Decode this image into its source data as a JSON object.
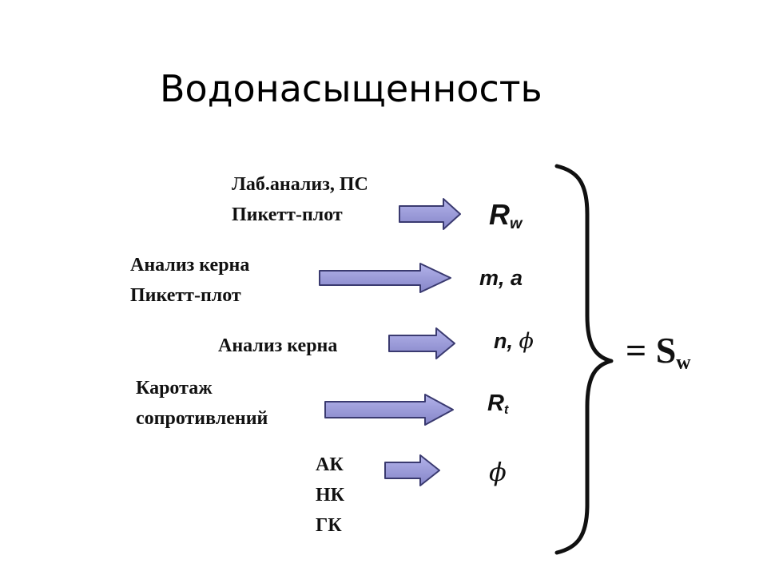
{
  "title": "Водонасыщенность",
  "rows": [
    {
      "source": [
        "Лаб.анализ, ПС",
        "Пикетт-плот"
      ],
      "param": "R",
      "param_sub": "w"
    },
    {
      "source": [
        "Анализ керна",
        "Пикетт-плот"
      ],
      "param": "m, a"
    },
    {
      "source": [
        "Анализ керна"
      ],
      "param": "n,",
      "param_symbol": "ϕ"
    },
    {
      "source": [
        "Каротаж",
        "сопротивлений"
      ],
      "param": "R",
      "param_sub": "t"
    },
    {
      "source": [
        "АК",
        "НК",
        "ГК"
      ],
      "param_symbol": "ϕ"
    }
  ],
  "result": {
    "prefix": "= S",
    "sub": "w"
  },
  "colors": {
    "arrow_fill": "#9b9bd8",
    "arrow_stroke": "#3a3a70",
    "text": "#111111",
    "brace": "#111111"
  },
  "icons": {
    "arrow": "right-block-arrow",
    "brace": "right-curly-brace"
  }
}
